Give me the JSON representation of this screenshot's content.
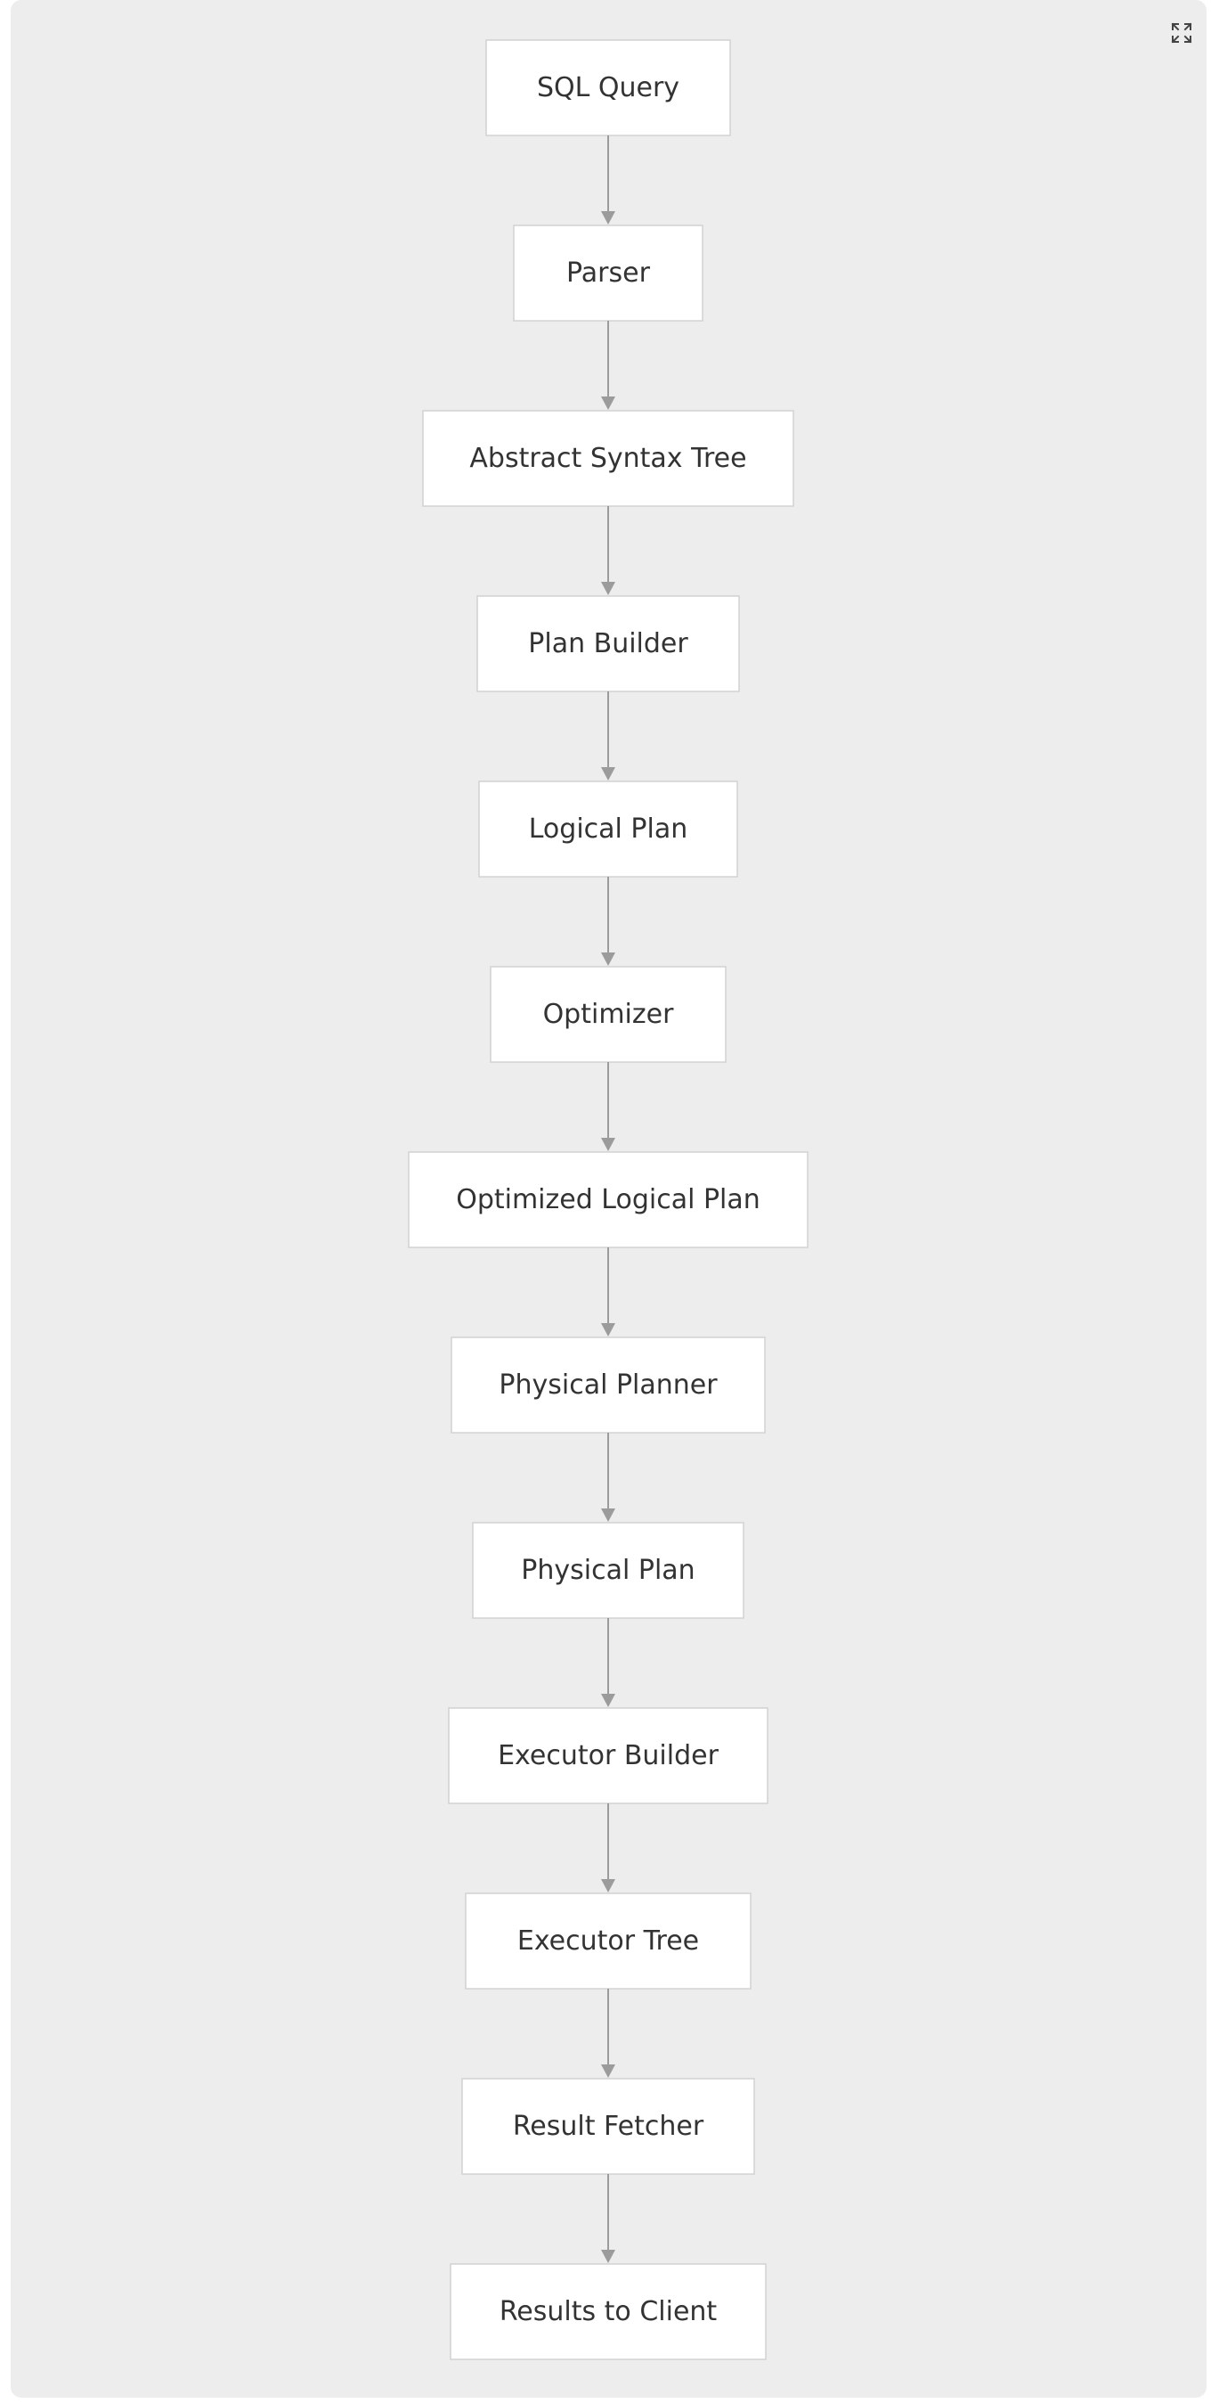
{
  "toolbar": {
    "expand_icon": "expand-icon"
  },
  "diagram": {
    "colors": {
      "background": "#ededed",
      "node_fill": "#ffffff",
      "node_border": "#d2d2d2",
      "edge": "#9b9b9b",
      "text": "#333333"
    },
    "nodes": [
      {
        "id": "sql-query",
        "label": "SQL Query"
      },
      {
        "id": "parser",
        "label": "Parser"
      },
      {
        "id": "abstract-syntax-tree",
        "label": "Abstract Syntax Tree"
      },
      {
        "id": "plan-builder",
        "label": "Plan Builder"
      },
      {
        "id": "logical-plan",
        "label": "Logical Plan"
      },
      {
        "id": "optimizer",
        "label": "Optimizer"
      },
      {
        "id": "optimized-logical-plan",
        "label": "Optimized Logical Plan"
      },
      {
        "id": "physical-planner",
        "label": "Physical Planner"
      },
      {
        "id": "physical-plan",
        "label": "Physical Plan"
      },
      {
        "id": "executor-builder",
        "label": "Executor Builder"
      },
      {
        "id": "executor-tree",
        "label": "Executor Tree"
      },
      {
        "id": "result-fetcher",
        "label": "Result Fetcher"
      },
      {
        "id": "results-to-client",
        "label": "Results to Client"
      }
    ],
    "edges": [
      {
        "from": "sql-query",
        "to": "parser"
      },
      {
        "from": "parser",
        "to": "abstract-syntax-tree"
      },
      {
        "from": "abstract-syntax-tree",
        "to": "plan-builder"
      },
      {
        "from": "plan-builder",
        "to": "logical-plan"
      },
      {
        "from": "logical-plan",
        "to": "optimizer"
      },
      {
        "from": "optimizer",
        "to": "optimized-logical-plan"
      },
      {
        "from": "optimized-logical-plan",
        "to": "physical-planner"
      },
      {
        "from": "physical-planner",
        "to": "physical-plan"
      },
      {
        "from": "physical-plan",
        "to": "executor-builder"
      },
      {
        "from": "executor-builder",
        "to": "executor-tree"
      },
      {
        "from": "executor-tree",
        "to": "result-fetcher"
      },
      {
        "from": "result-fetcher",
        "to": "results-to-client"
      }
    ]
  }
}
